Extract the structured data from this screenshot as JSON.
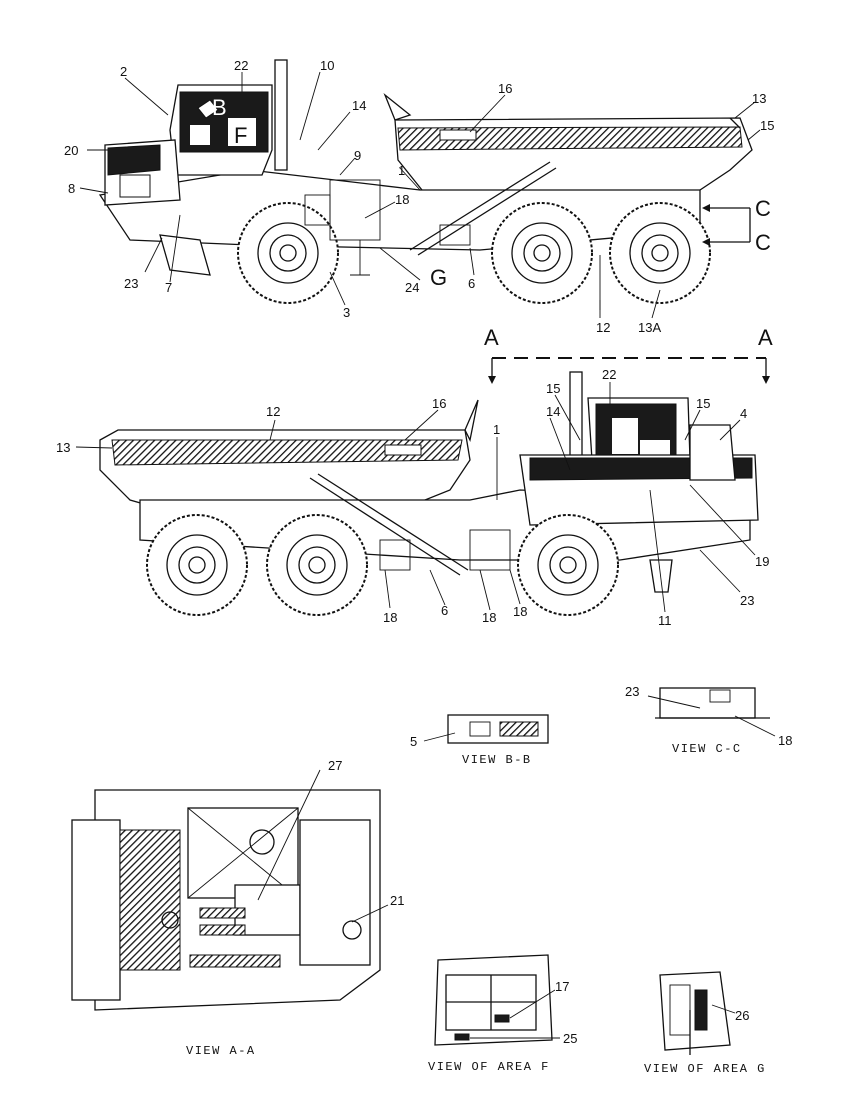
{
  "side_view_right": {
    "callouts": [
      "2",
      "22",
      "10",
      "14",
      "16",
      "13",
      "15",
      "20",
      "9",
      "1",
      "8",
      "18",
      "C",
      "C",
      "23",
      "7",
      "24",
      "3",
      "G",
      "6",
      "12",
      "13A"
    ],
    "markers": {
      "b1": "B",
      "b2": "B",
      "f": "F"
    }
  },
  "section": {
    "left": "A",
    "right": "A"
  },
  "side_view_left": {
    "callouts": [
      "12",
      "16",
      "13",
      "1",
      "15",
      "22",
      "15",
      "4",
      "14",
      "19",
      "11",
      "23",
      "18",
      "6",
      "18",
      "18"
    ]
  },
  "view_bb": {
    "caption": "VIEW B-B",
    "callout": "5"
  },
  "view_cc": {
    "caption": "VIEW C-C",
    "callouts": [
      "23",
      "18"
    ]
  },
  "view_aa": {
    "caption": "VIEW A-A",
    "callouts": [
      "27",
      "21"
    ]
  },
  "area_f": {
    "caption": "VIEW OF AREA F",
    "callouts": [
      "17",
      "25"
    ]
  },
  "area_g": {
    "caption": "VIEW OF AREA G",
    "callouts": [
      "26"
    ]
  }
}
